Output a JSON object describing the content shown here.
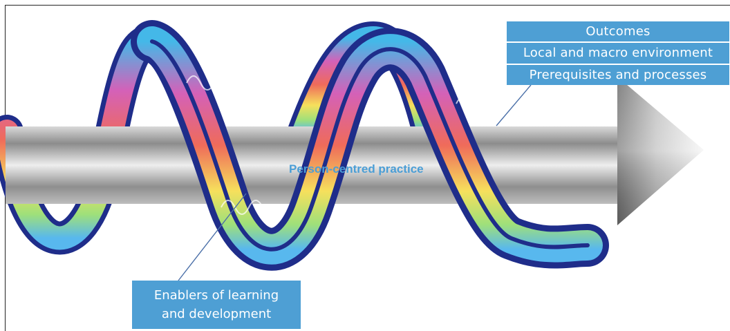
{
  "diagram": {
    "center_label": "Person-centred practice",
    "callout_top": {
      "lines": [
        "Outcomes",
        "Local and macro environment",
        "Prerequisites and processes"
      ]
    },
    "callout_bottom": {
      "lines": [
        "Enablers of learning",
        "and development"
      ]
    },
    "colors": {
      "callout_fill": "#4e9fd4",
      "callout_text": "#ffffff",
      "center_label": "#4a9ed6",
      "helix_outline": "#1f2d8a",
      "arrow_shaft": "#a9a9a9"
    },
    "icons": [
      "arrow-shape",
      "helix-ribbon",
      "leader-line"
    ]
  }
}
